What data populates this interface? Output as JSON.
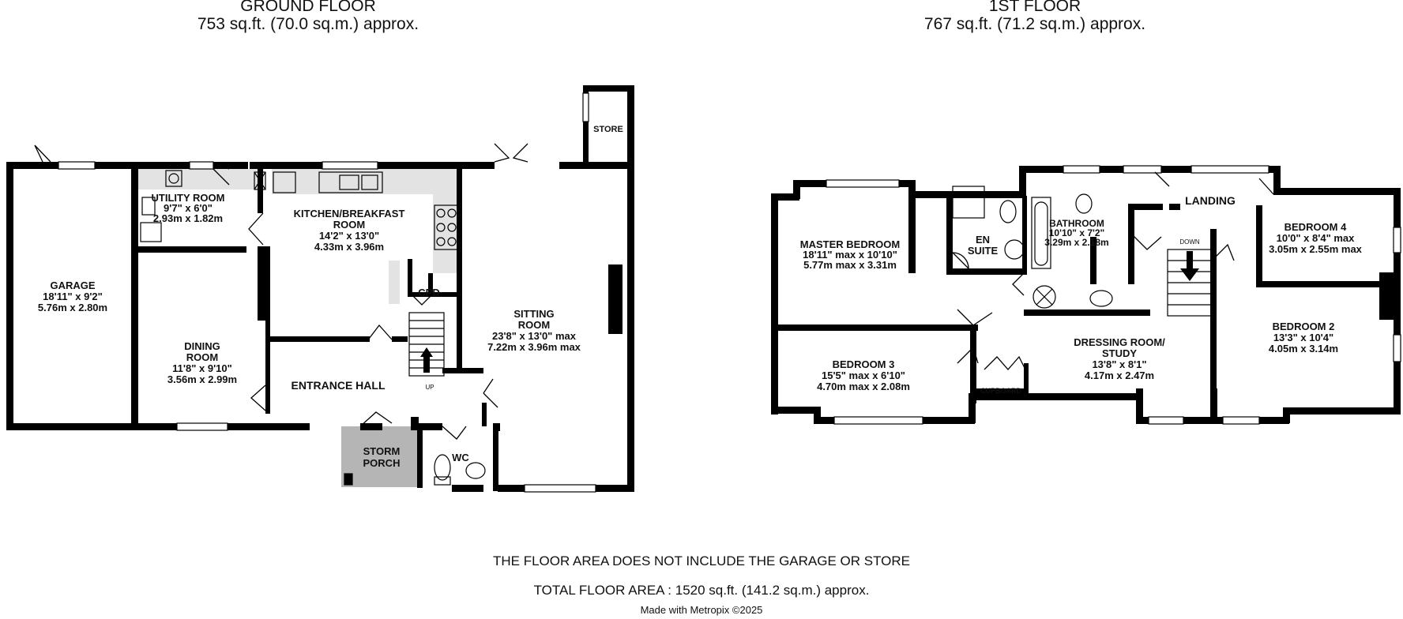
{
  "ground_floor": {
    "title": "GROUND FLOOR",
    "area": "753 sq.ft. (70.0 sq.m.) approx.",
    "rooms": {
      "garage": [
        "GARAGE",
        "18'11\" x 9'2\"",
        "5.76m x 2.80m"
      ],
      "utility": [
        "UTILITY ROOM",
        "9'7\" x 6'0\"",
        "2.93m x 1.82m"
      ],
      "kitchen": [
        "KITCHEN/BREAKFAST",
        "ROOM",
        "14'2\" x 13'0\"",
        "4.33m x 3.96m"
      ],
      "dining": [
        "DINING",
        "ROOM",
        "11'8\" x 9'10\"",
        "3.56m x 2.99m"
      ],
      "sitting": [
        "SITTING",
        "ROOM",
        "23'8\" x 13'0\" max",
        "7.22m x 3.96m max"
      ],
      "entrance": [
        "ENTRANCE HALL"
      ],
      "cpd": [
        "CPD"
      ],
      "store": [
        "STORE"
      ],
      "porch": [
        "STORM",
        "PORCH"
      ],
      "wc": [
        "WC"
      ],
      "up": "UP"
    }
  },
  "first_floor": {
    "title": "1ST FLOOR",
    "area": "767 sq.ft. (71.2 sq.m.) approx.",
    "rooms": {
      "master": [
        "MASTER BEDROOM",
        "18'11\" max x 10'10\"",
        "5.77m max x 3.31m"
      ],
      "ensuite": [
        "EN",
        "SUITE"
      ],
      "bathroom": [
        "BATHROOM",
        "10'10\" x 7'2\"",
        "3.29m x 2.18m"
      ],
      "landing": [
        "LANDING"
      ],
      "bed4": [
        "BEDROOM 4",
        "10'0\" x 8'4\" max",
        "3.05m x 2.55m max"
      ],
      "bed3": [
        "BEDROOM 3",
        "15'5\" max x 6'10\"",
        "4.70m max x 2.08m"
      ],
      "dressing": [
        "DRESSING ROOM/",
        "STUDY",
        "13'8\" x 8'1\"",
        "4.17m x 2.47m"
      ],
      "bed2": [
        "BEDROOM 2",
        "13'3\" x 10'4\"",
        "4.05m x 3.14m"
      ],
      "cupboard": [
        "CUPBOARD"
      ],
      "down": "DOWN"
    }
  },
  "footer": {
    "note": "THE FLOOR AREA DOES NOT INCLUDE THE GARAGE OR STORE",
    "total": "TOTAL FLOOR AREA : 1520 sq.ft. (141.2 sq.m.) approx.",
    "credit": "Made with Metropix ©2025"
  }
}
